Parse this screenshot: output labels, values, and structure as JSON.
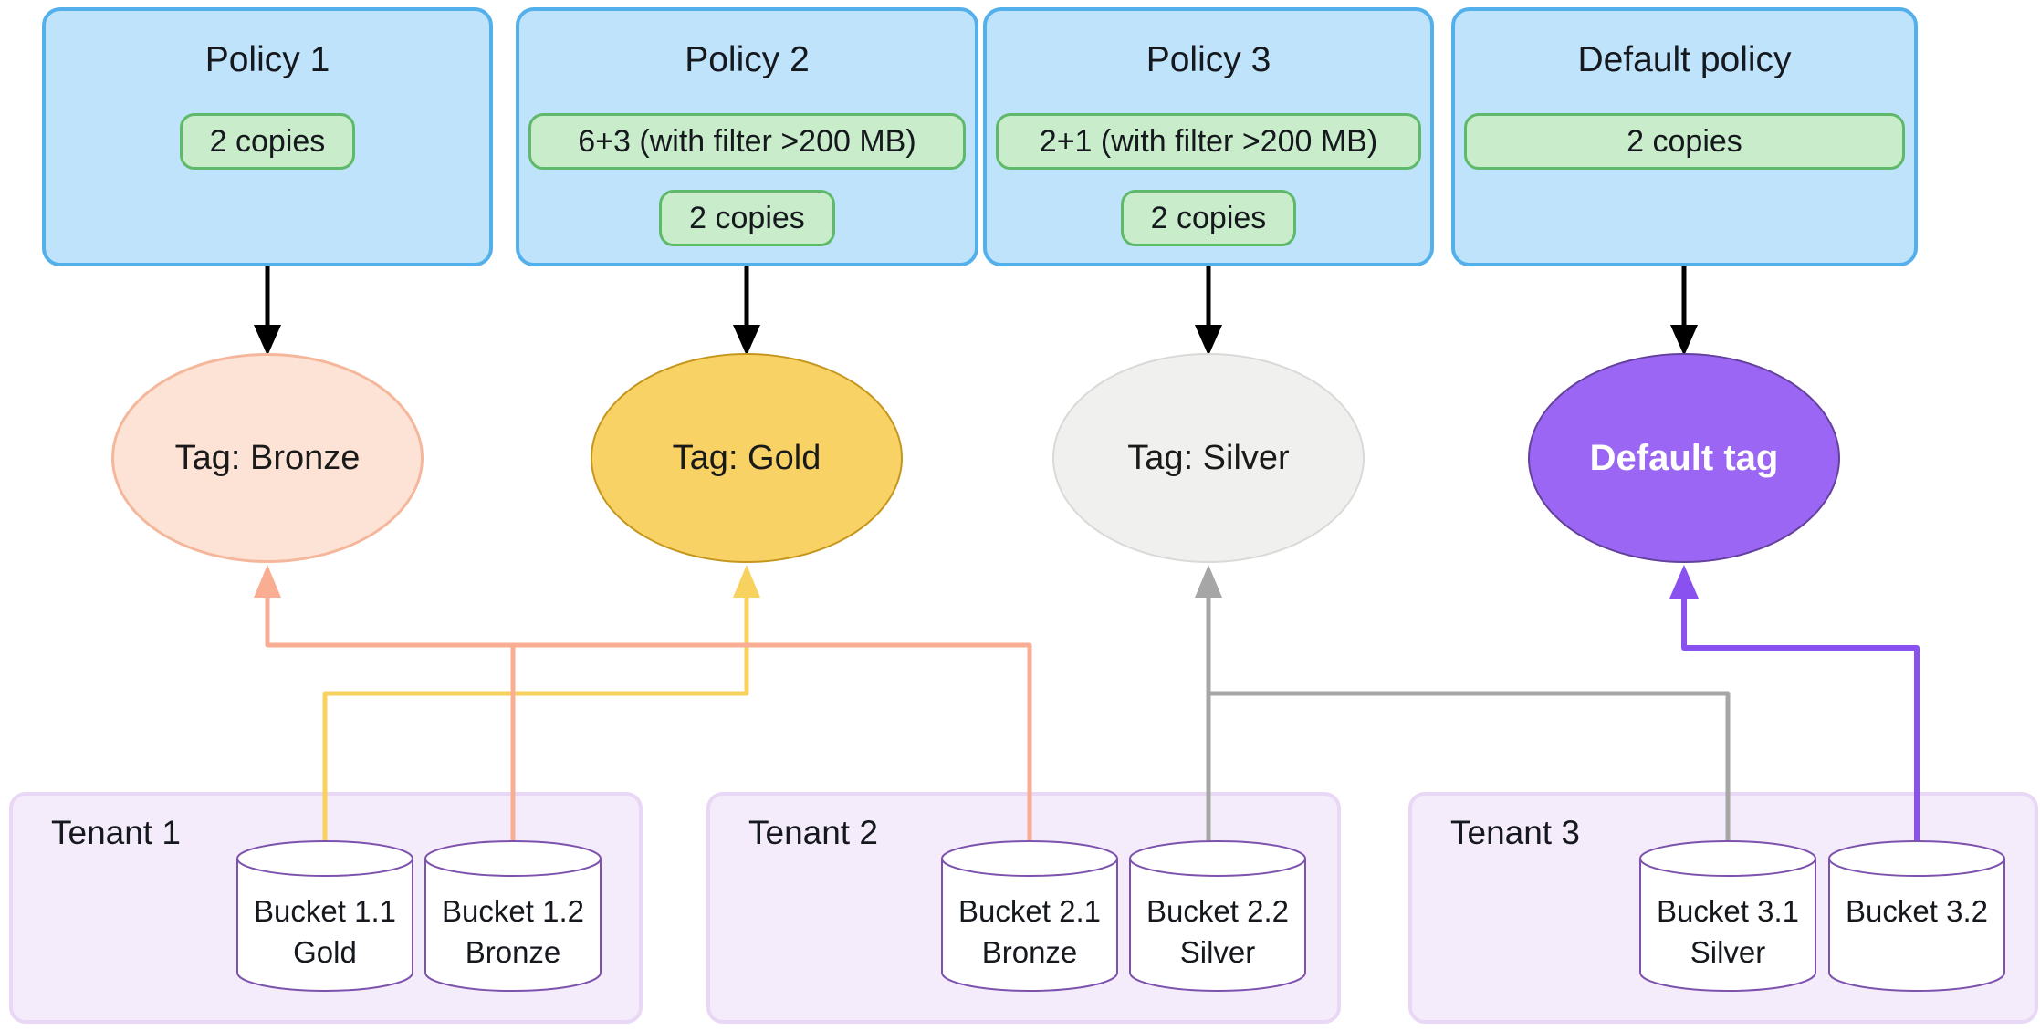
{
  "diagram": {
    "policies": [
      {
        "title": "Policy 1",
        "rules": [
          "2 copies"
        ]
      },
      {
        "title": "Policy 2",
        "rules": [
          "6+3 (with filter >200 MB)",
          "2 copies"
        ]
      },
      {
        "title": "Policy 3",
        "rules": [
          "2+1 (with filter >200 MB)",
          "2 copies"
        ]
      },
      {
        "title": "Default policy",
        "rules": [
          "2 copies"
        ]
      }
    ],
    "tags": [
      {
        "label": "Tag: Bronze"
      },
      {
        "label": "Tag: Gold"
      },
      {
        "label": "Tag: Silver"
      },
      {
        "label": "Default tag"
      }
    ],
    "tenants": [
      {
        "label": "Tenant 1",
        "buckets": [
          {
            "name": "Bucket 1.1",
            "tier": "Gold"
          },
          {
            "name": "Bucket 1.2",
            "tier": "Bronze"
          }
        ]
      },
      {
        "label": "Tenant 2",
        "buckets": [
          {
            "name": "Bucket 2.1",
            "tier": "Bronze"
          },
          {
            "name": "Bucket 2.2",
            "tier": "Silver"
          }
        ]
      },
      {
        "label": "Tenant 3",
        "buckets": [
          {
            "name": "Bucket 3.1",
            "tier": "Silver"
          },
          {
            "name": "Bucket 3.2",
            "tier": ""
          }
        ]
      }
    ],
    "connections": [
      {
        "from": "Policy 1",
        "to": "Tag: Bronze",
        "style": "black-arrow"
      },
      {
        "from": "Policy 2",
        "to": "Tag: Gold",
        "style": "black-arrow"
      },
      {
        "from": "Policy 3",
        "to": "Tag: Silver",
        "style": "black-arrow"
      },
      {
        "from": "Default policy",
        "to": "Default tag",
        "style": "black-arrow"
      },
      {
        "from": "Bucket 1.1",
        "to": "Tag: Gold",
        "style": "gold-line"
      },
      {
        "from": "Bucket 1.2",
        "to": "Tag: Bronze",
        "style": "bronze-line"
      },
      {
        "from": "Bucket 2.1",
        "to": "Tag: Bronze",
        "style": "bronze-line"
      },
      {
        "from": "Bucket 2.2",
        "to": "Tag: Silver",
        "style": "silver-line"
      },
      {
        "from": "Bucket 3.1",
        "to": "Tag: Silver",
        "style": "silver-line"
      },
      {
        "from": "Bucket 3.2",
        "to": "Default tag",
        "style": "default-line"
      }
    ],
    "colors": {
      "policy_fill": "#bee3fa",
      "policy_border": "#54b0ea",
      "rule_fill": "#c9ecca",
      "rule_border": "#5fb96a",
      "tag_bronze_fill": "#fde3d6",
      "tag_bronze_border": "#f5b79c",
      "tag_gold_fill": "#f9d266",
      "tag_gold_border": "#c5961d",
      "tag_silver_fill": "#f0f0ef",
      "tag_silver_border": "#d9d9d7",
      "tag_default_fill": "#9a66f3",
      "tag_default_border": "#64419c",
      "tenant_fill": "#f5ecfb",
      "tenant_border": "#e9d7f6",
      "bucket_stroke": "#7c52ad",
      "line_gold": "#f7d25e",
      "line_bronze": "#f9ad92",
      "line_silver": "#a6a6a6",
      "line_default": "#8952f0",
      "arrow_black": "#000000"
    }
  }
}
